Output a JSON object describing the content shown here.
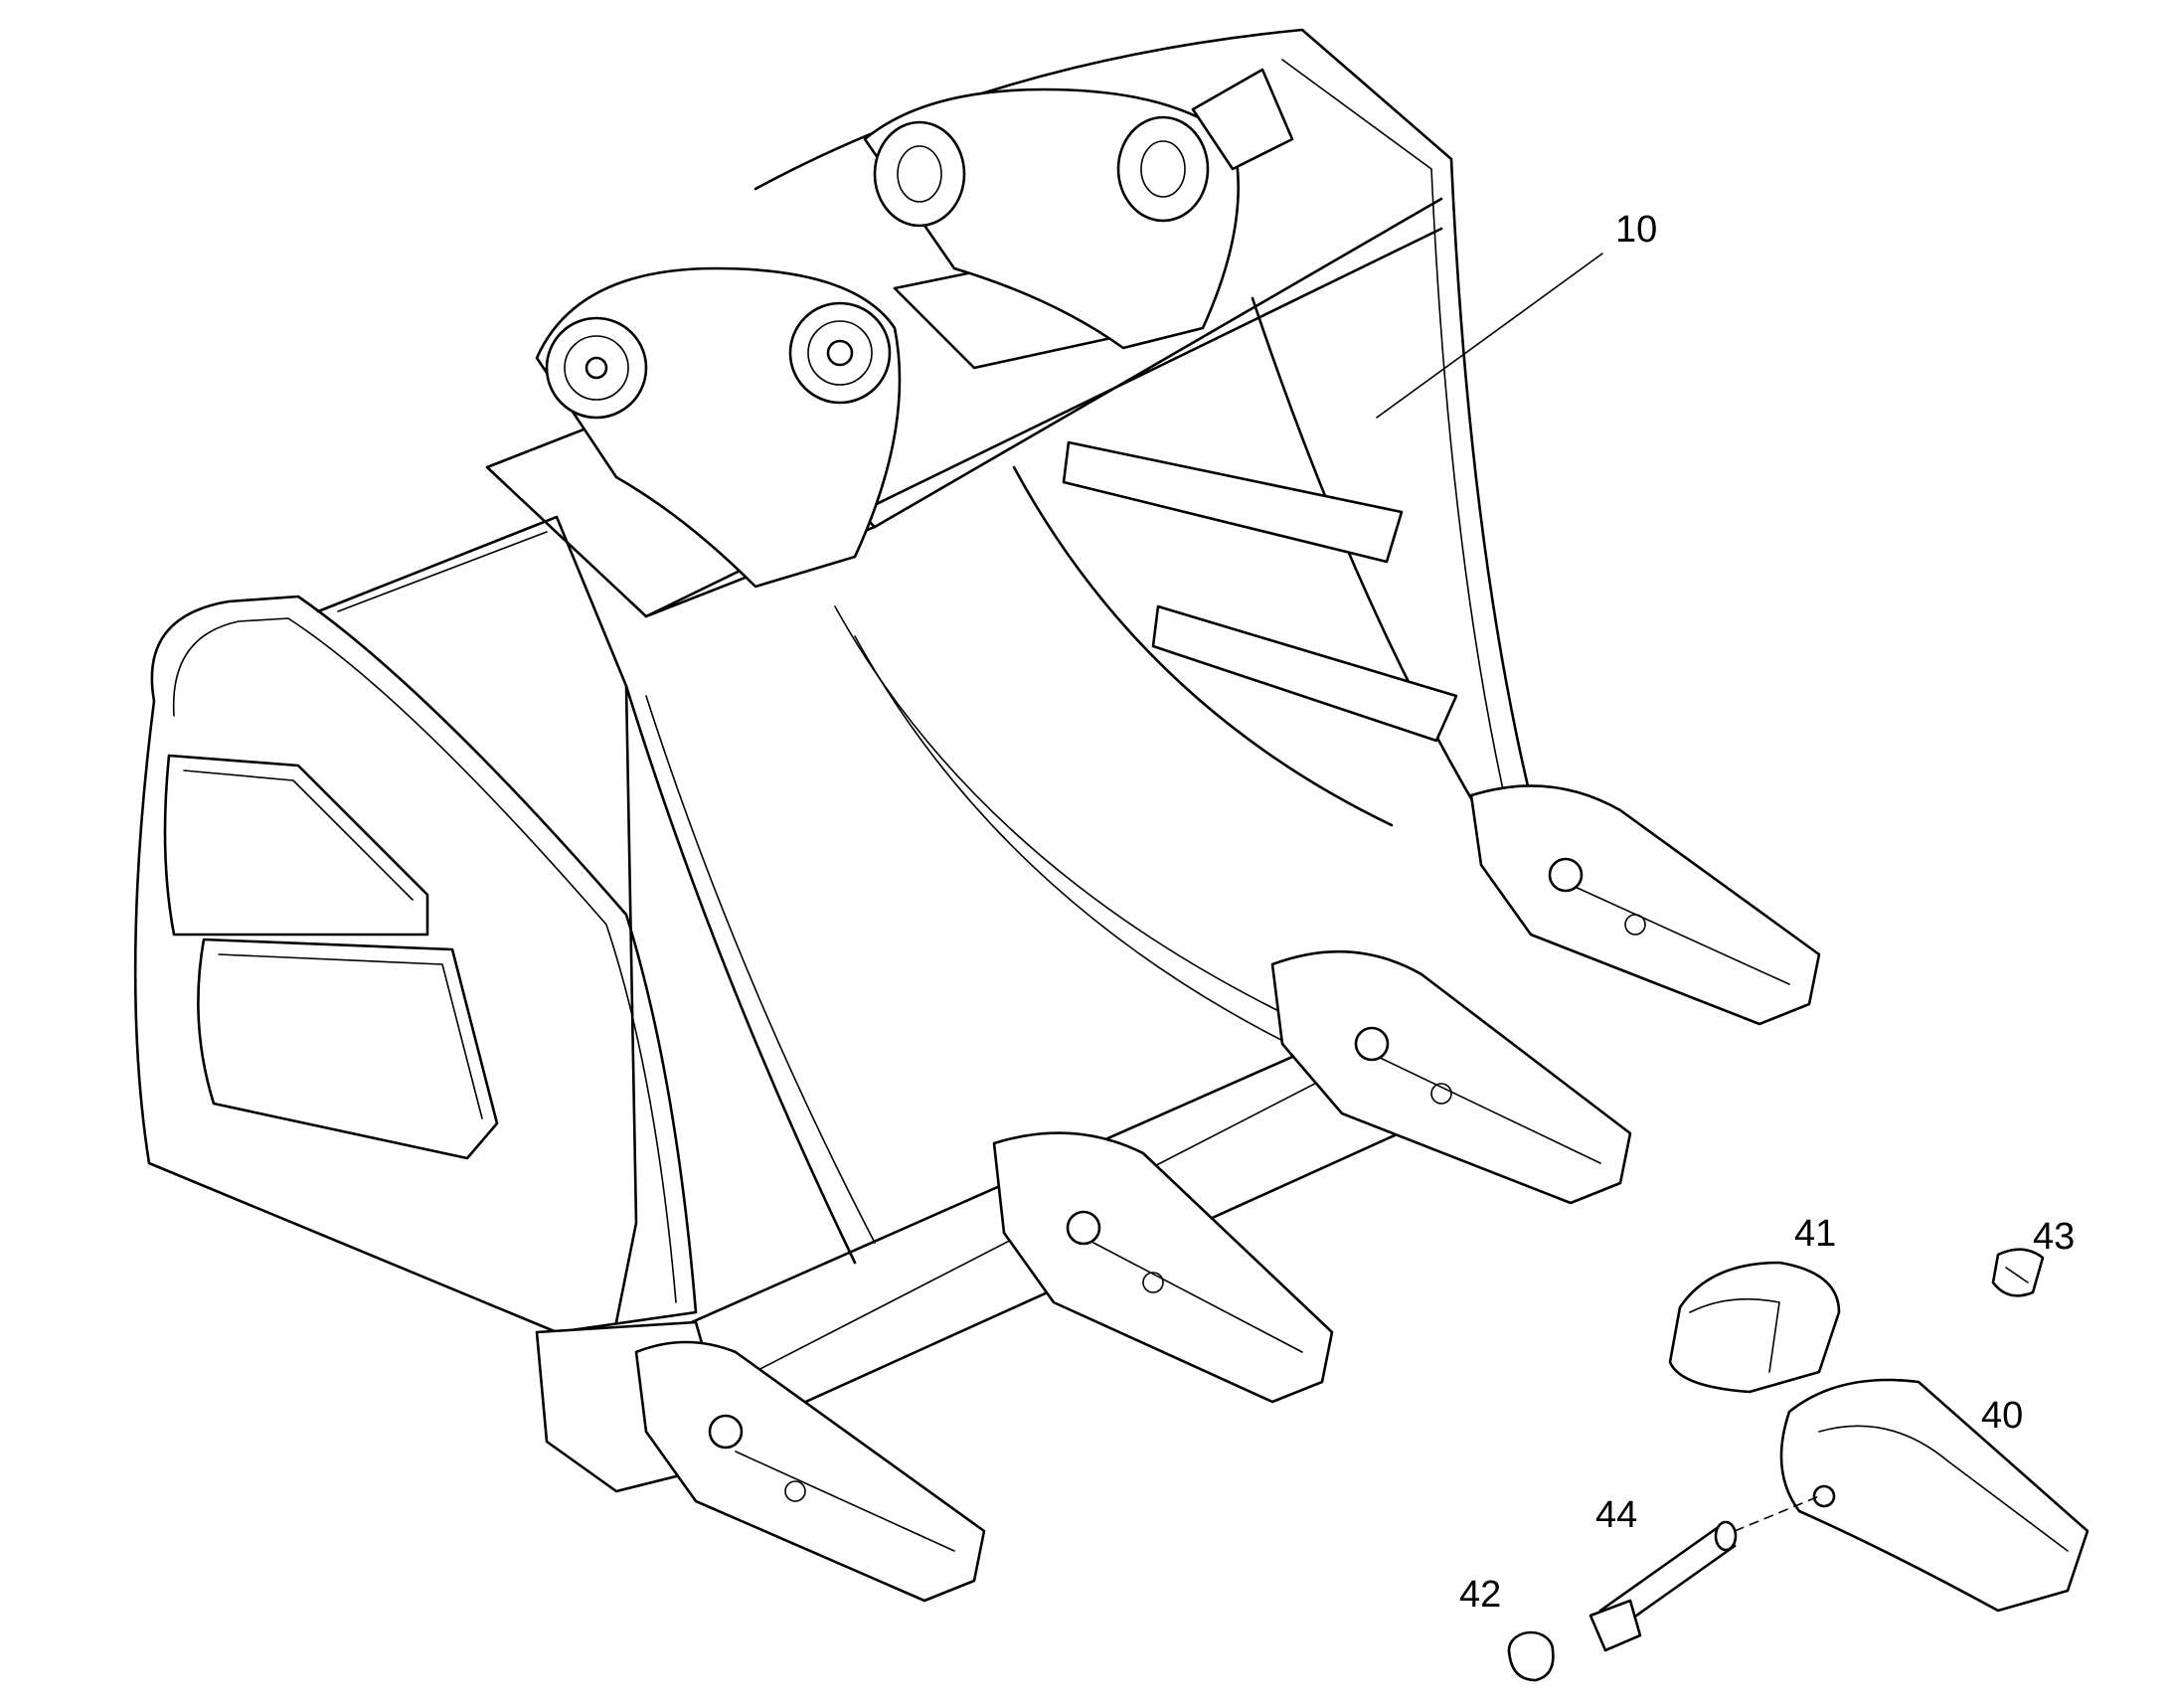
{
  "figure": {
    "callouts": [
      {
        "id": "c10",
        "label": "10"
      },
      {
        "id": "c40",
        "label": "40"
      },
      {
        "id": "c41",
        "label": "41"
      },
      {
        "id": "c42",
        "label": "42"
      },
      {
        "id": "c43",
        "label": "43"
      },
      {
        "id": "c44",
        "label": "44"
      }
    ]
  }
}
